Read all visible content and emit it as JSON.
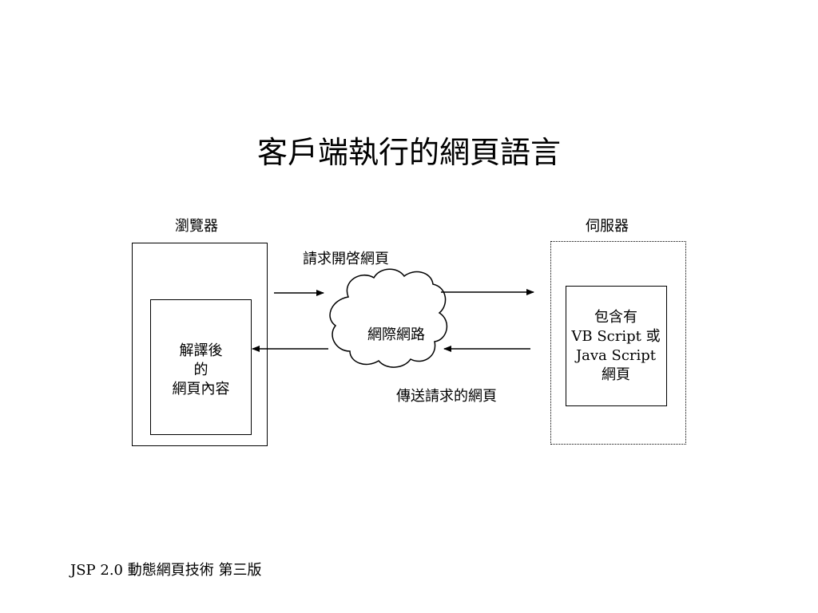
{
  "title": "客戶端執行的網頁語言",
  "browser": {
    "label": "瀏覽器",
    "content_lines": [
      "解譯後",
      "的",
      "網頁內容"
    ]
  },
  "server": {
    "label": "伺服器",
    "content_lines": [
      "包含有",
      "VB Script 或",
      "Java Script",
      "網頁"
    ]
  },
  "network": {
    "cloud_label": "網際網路",
    "request_label": "請求開啓網頁",
    "response_label": "傳送請求的網頁"
  },
  "footer": "JSP  2.0 動態網頁技術 第三版"
}
